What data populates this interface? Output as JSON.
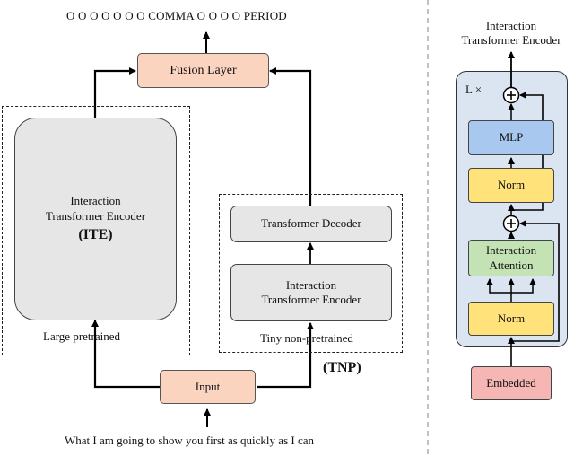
{
  "output_tokens": "O  O  O  O  O  O  O  COMMA  O  O  O  O  PERIOD",
  "input_sentence": "What I am going to show you first as quickly as I can",
  "fusion_layer": "Fusion Layer",
  "input_box": "Input",
  "ite": {
    "title_line1": "Interaction",
    "title_line2": "Transformer Encoder",
    "abbrev": "(ITE)",
    "caption": "Large pretrained"
  },
  "tnp": {
    "decoder": "Transformer Decoder",
    "encoder_line1": "Interaction",
    "encoder_line2": "Transformer Encoder",
    "caption": "Tiny non-pretrained",
    "abbrev": "(TNP)"
  },
  "detail": {
    "title_line1": "Interaction",
    "title_line2": "Transformer Encoder",
    "repeat": "L ×",
    "mlp": "MLP",
    "norm_top": "Norm",
    "attention_line1": "Interaction",
    "attention_line2": "Attention",
    "norm_bottom": "Norm",
    "embedded": "Embedded"
  }
}
